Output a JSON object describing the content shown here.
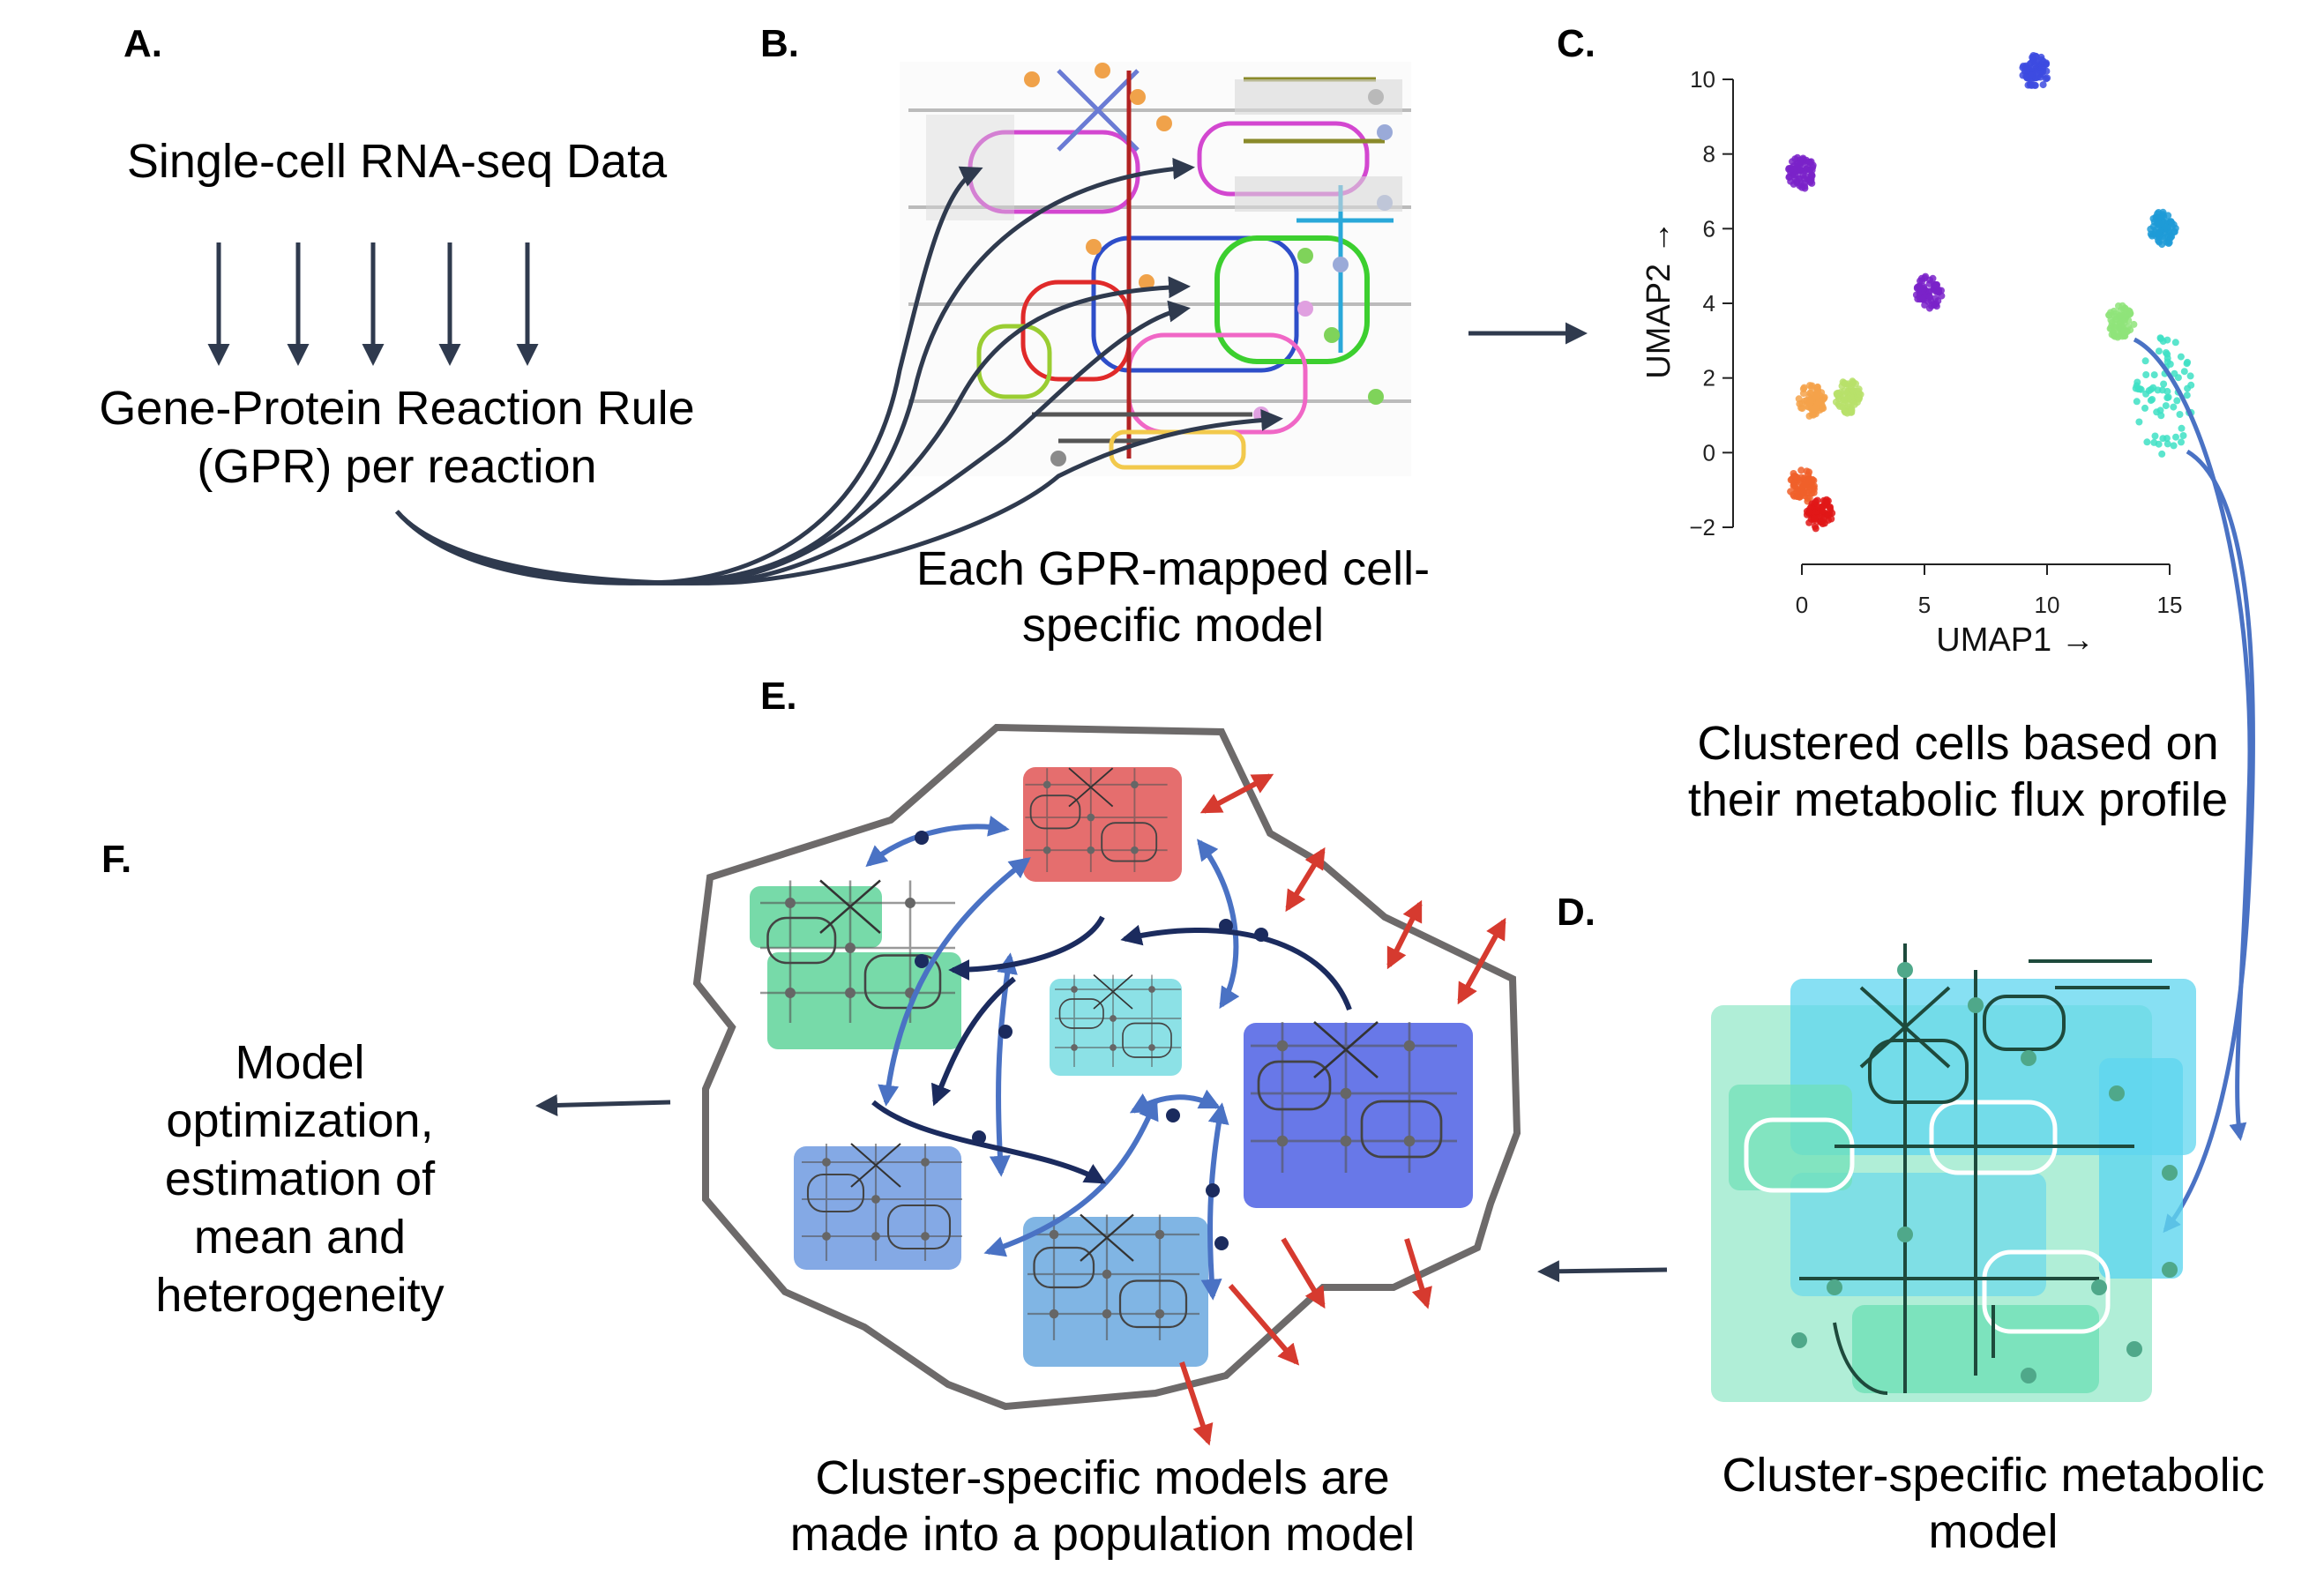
{
  "panels": {
    "a": {
      "letter": "A.",
      "title": "Single-cell RNA-seq Data",
      "gpr_line1": "Gene-Protein Reaction Rule",
      "gpr_line2": "(GPR) per reaction"
    },
    "b": {
      "letter": "B.",
      "caption_line1": "Each GPR-mapped cell-",
      "caption_line2": "specific model"
    },
    "c": {
      "letter": "C.",
      "caption_line1": "Clustered cells based on",
      "caption_line2": "their metabolic flux profile"
    },
    "d": {
      "letter": "D.",
      "caption_line1": "Cluster-specific metabolic",
      "caption_line2": "model"
    },
    "e": {
      "letter": "E.",
      "caption_line1": "Cluster-specific models are",
      "caption_line2": "made into a population model"
    },
    "f": {
      "letter": "F.",
      "caption_lines": [
        "Model",
        "optimization,",
        "estimation of",
        "mean and",
        "heterogeneity"
      ]
    }
  },
  "umap_plot": {
    "xlabel": "UMAP1 →",
    "ylabel": "UMAP2 →",
    "x_ticks": [
      "0",
      "5",
      "10",
      "15"
    ],
    "y_ticks": [
      "10",
      "8",
      "6",
      "4",
      "2",
      "0",
      "−2"
    ],
    "clusters": [
      {
        "color": "#3d4be0",
        "cx": 9.5,
        "cy": 10.2
      },
      {
        "color": "#7a22c9",
        "cx": 0.0,
        "cy": 7.5
      },
      {
        "color": "#7a22c9",
        "cx": 5.2,
        "cy": 4.3
      },
      {
        "color": "#1e9bd7",
        "cx": 14.7,
        "cy": 6.0
      },
      {
        "color": "#8fe47a",
        "cx": 13.0,
        "cy": 3.5
      },
      {
        "color": "#3ee0c4",
        "cx": 14.8,
        "cy": 1.5
      },
      {
        "color": "#f4a24a",
        "cx": 0.4,
        "cy": 1.4
      },
      {
        "color": "#b7e06a",
        "cx": 1.9,
        "cy": 1.5
      },
      {
        "color": "#f0602a",
        "cx": 0.0,
        "cy": -0.9
      },
      {
        "color": "#e01818",
        "cx": 0.7,
        "cy": -1.6
      }
    ]
  },
  "colors": {
    "arrow_dark": "#2f3a4e",
    "arrow_blue": "#4a72c4",
    "arrow_red": "#d63a2f",
    "border_gray": "#6d6a6a",
    "cluster_red": "#e05555",
    "cluster_green": "#5fd39a",
    "cluster_cyan": "#6fd9e0",
    "cluster_blue": "#5869e6",
    "cluster_lightblue": "#6f9ae0",
    "cluster_skyblue": "#6aa8df",
    "model_teal": "#6fe0b6",
    "model_cyan": "#5fd6ef"
  }
}
